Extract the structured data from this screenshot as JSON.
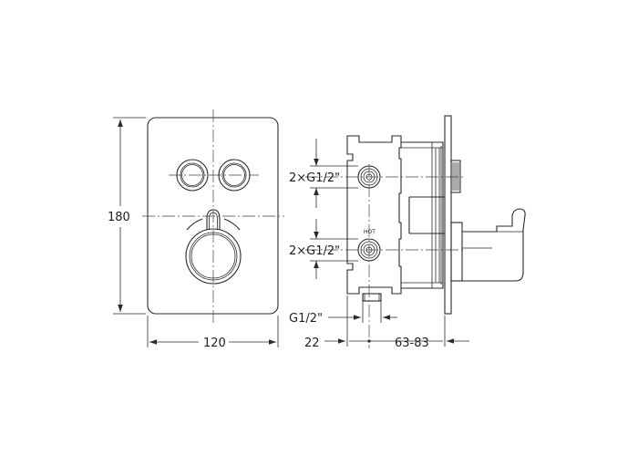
{
  "front_view": {
    "height_label": "180",
    "width_label": "120"
  },
  "side_view": {
    "upper_inlet_label": "2×G1/2\"",
    "lower_inlet_label": "2×G1/2\"",
    "hot_label": "HOT",
    "outlet_label": "G1/2\"",
    "depth_body_label": "22",
    "depth_range_label": "63-83"
  }
}
